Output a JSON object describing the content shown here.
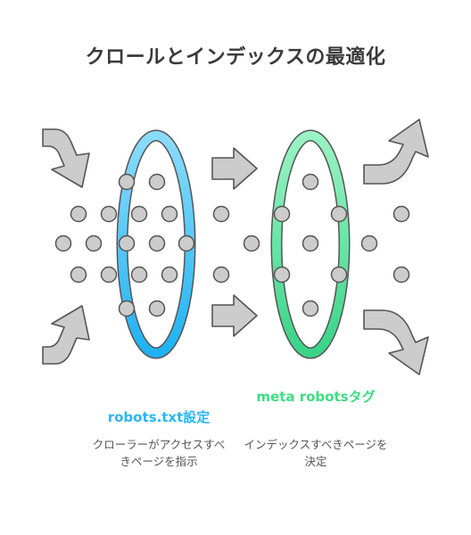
{
  "title": "クロールとインデックスの最適化",
  "stages": [
    {
      "label": "robots.txt設定",
      "description": "クローラーがアクセスすべきページを指示",
      "color": "#29B6F6"
    },
    {
      "label": "meta robotsタグ",
      "description": "インデックスすべきページを決定",
      "color": "#3DDC84"
    }
  ],
  "colors": {
    "arrow_fill": "#CCCCCC",
    "arrow_stroke": "#555555",
    "dot_fill": "#CCCCCC"
  }
}
